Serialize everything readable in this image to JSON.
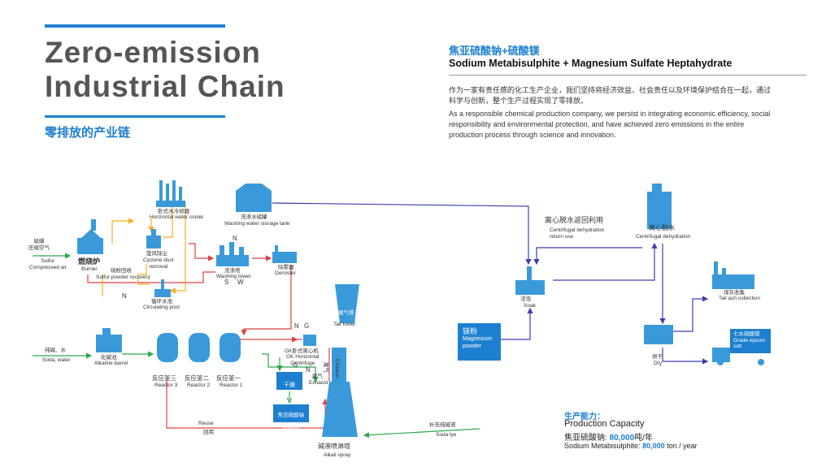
{
  "header": {
    "title": "Zero-emission\nIndustrial Chain",
    "subtitle_cn": "零排放的产业链"
  },
  "product": {
    "title_cn": "焦亚硫酸钠+硫酸镁",
    "title_en": "Sodium Metabisulphite + Magnesium Sulfate Heptahydrate",
    "desc_cn": "作为一家有责任感的化工生产企业，我们坚持将经济效益、社会责任以及环境保护结合在一起，通过科学与创新，整个生产过程实现了零排放。",
    "desc_en": "As a responsible chemical production company, we persist in integrating economic efficiency, social responsibility and environmental protection, and have achieved zero emissions in the entire production process through science and innovation."
  },
  "diagram": {
    "sulfur_cn": "硫磺\n压缩空气",
    "sulfur_en": "Sulfur\nCompressed air",
    "burner_cn": "燃烧炉",
    "burner_en": "Burner",
    "cooler_cn": "卧式水冷却器",
    "cooler_en": "Horizontal water cooler",
    "cyclone_cn": "旋风除尘",
    "cyclone_en": "Cyclone dust\nremoval",
    "recovery_cn": "硫粉回收",
    "recovery_en": "Sulfur powder recovery",
    "pool_cn": "循环水池",
    "pool_en": "Circulating pool",
    "storage_cn": "洗涤水储罐",
    "storage_en": "Washing water storage tank",
    "wash_cn": "洗涤塔",
    "wash_en": "Washing tower",
    "demister_cn": "除雾器",
    "demister_en": "Demister",
    "tail_cn": "尾气塔",
    "tail_en": "Tail tower",
    "soda_cn": "纯碱、水",
    "soda_en": "Soda, water",
    "alk_cn": "化碱池",
    "alk_en": "Alkaline barrel",
    "r3_cn": "反应釜三",
    "r3_en": "Reactor 3",
    "r2_cn": "反应釜二",
    "r2_en": "Reactor 2",
    "r1_cn": "反应釜一",
    "r1_en": "Reactor 1",
    "cent_cn": "GK卧式离心机",
    "cent_en": "GK Horizontal\nCentrifuge",
    "dry_cn": "干燥",
    "dry_en": "Dry",
    "exhaust_cn": "尾气",
    "exhaust_en": "Exhaust",
    "product_cn": "焦亚硫酸钠",
    "product_en": "Sodium\nmetabisulphite",
    "reuse_en": "Reuse",
    "reuse_cn": "回用",
    "spray_cn": "碱液喷淋塔",
    "spray_en": "Alkali spray",
    "lye_cn": "补充纯碱液",
    "lye_en": "Soda lye",
    "mg_cn": "镁粉",
    "mg_en": "Magnesium\npowder",
    "soak_cn": "浸泡",
    "soak_en": "Soak",
    "return_cn": "离心脱水返回利用",
    "return_en": "Centrifugal dehydration\nreturn use",
    "dehyd_cn": "离心脱水",
    "dehyd_en": "Centrifugal dehydration",
    "ash_cn": "煤灰收集",
    "ash_en": "Tail ash collection",
    "drying_cn": "烘干",
    "drying_en": "Dry",
    "salt_cn": "七水硫酸镁",
    "salt_en": "Grade epsom\nsalt",
    "letters": {
      "n1": "N",
      "n2": "N",
      "s": "S",
      "w": "W",
      "n3": "N",
      "g1": "G",
      "g2": "G",
      "n4": "N"
    },
    "exhaust_v": "Exhaust",
    "exhaust_v_cn": "尾气"
  },
  "capacity": {
    "label_cn": "生产能力：",
    "label_en": "Production Capacity",
    "line1_pre": "焦亚硫酸钠: ",
    "line1_val": "80,000",
    "line1_unit": "吨/年",
    "line2_pre": "Sodium Metabisulphite: ",
    "line2_val": "80,000",
    "line2_unit": " ton / year"
  },
  "colors": {
    "accent": "#1d7fd0",
    "arrow_blue": "#3a3fb0",
    "arrow_red": "#e04040",
    "arrow_yellow": "#f0b020",
    "arrow_green": "#2fa84f",
    "equipment": "#3a9ad9"
  }
}
